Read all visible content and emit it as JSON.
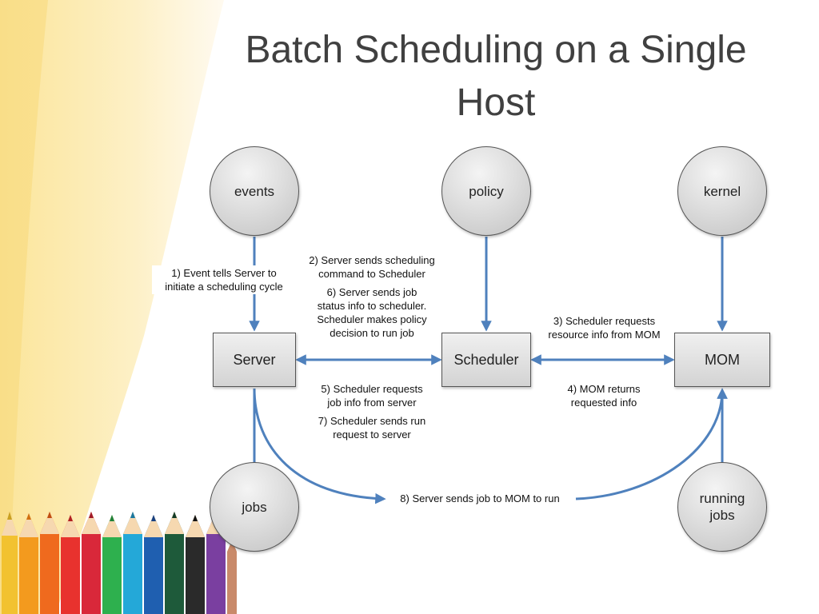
{
  "slide": {
    "title_line1": "Batch Scheduling on a Single",
    "title_line2": "Host"
  },
  "nodes": {
    "events": "events",
    "policy": "policy",
    "kernel": "kernel",
    "jobs": "jobs",
    "running_jobs_line1": "running",
    "running_jobs_line2": "jobs",
    "server": "Server",
    "scheduler": "Scheduler",
    "mom": "MOM"
  },
  "steps": {
    "s1_line1": "1) Event tells Server to",
    "s1_line2": "initiate a scheduling cycle",
    "s2_line1": "2) Server sends scheduling",
    "s2_line2": "command to Scheduler",
    "s3_line1": "3) Scheduler requests",
    "s3_line2": "resource info from MOM",
    "s4_line1": "4) MOM returns",
    "s4_line2": "requested info",
    "s5_line1": "5) Scheduler requests",
    "s5_line2": "job info from server",
    "s6_line1": "6) Server sends job",
    "s6_line2": "status info to scheduler.",
    "s6_line3": "Scheduler makes policy",
    "s6_line4": "decision to run job",
    "s7_line1": "7) Scheduler sends run",
    "s7_line2": "request to server",
    "s8": "8) Server sends job to MOM to run"
  },
  "colors": {
    "arrow": "#4f81bd",
    "title": "#404040"
  }
}
